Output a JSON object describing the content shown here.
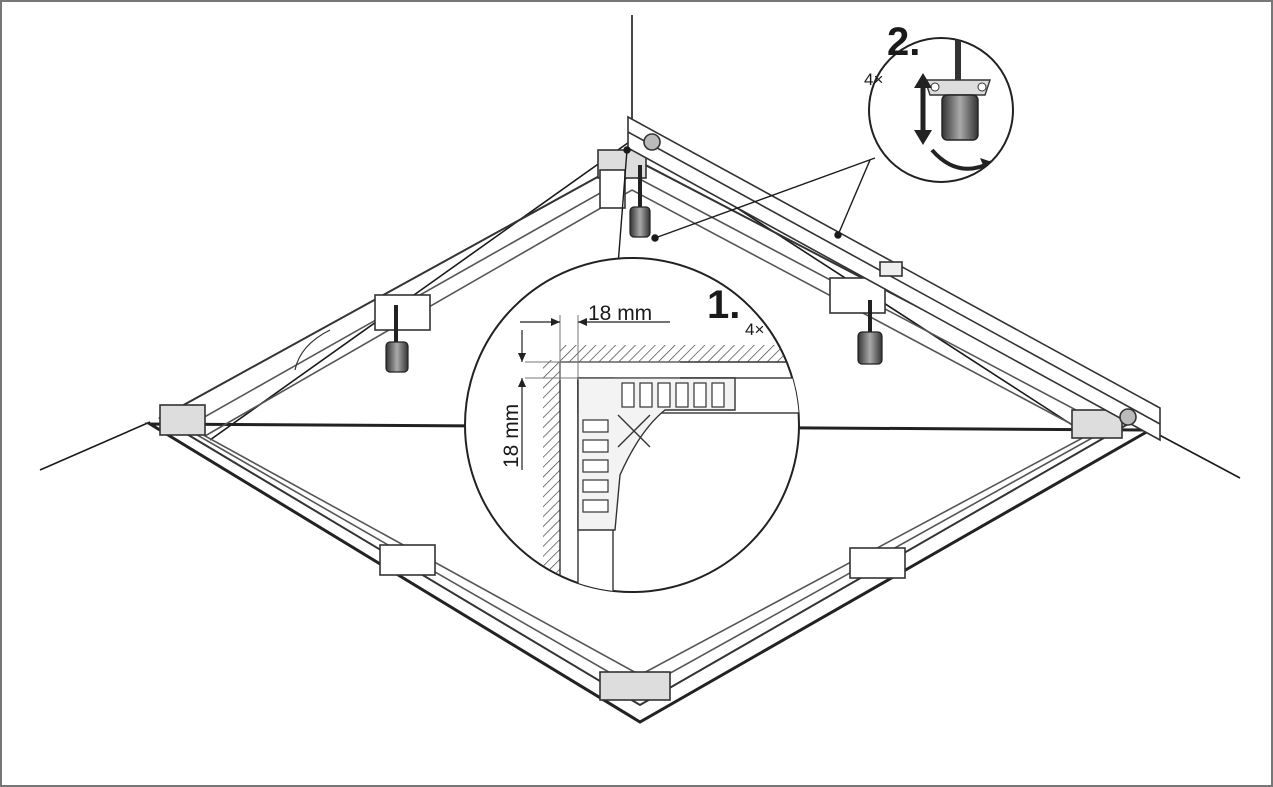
{
  "steps": [
    {
      "number": "1.",
      "multiplier": "4×"
    },
    {
      "number": "2.",
      "multiplier": "4×"
    }
  ],
  "dimensions": {
    "horizontal": "18 mm",
    "vertical": "18 mm"
  },
  "colors": {
    "line": "#1a1a1a",
    "frame": "#555555",
    "hatch": "#444444",
    "foot": "#555555",
    "background": "#ffffff"
  }
}
